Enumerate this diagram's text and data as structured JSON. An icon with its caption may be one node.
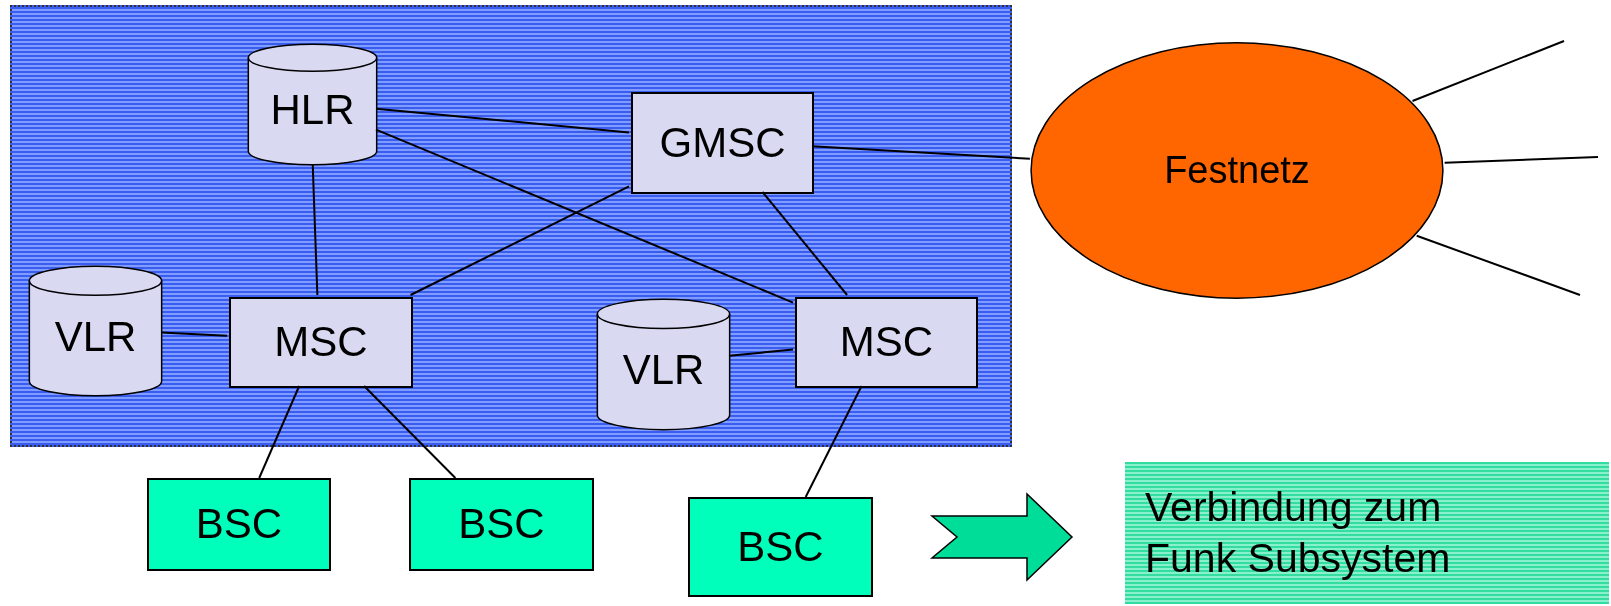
{
  "diagram": {
    "nodes": [
      {
        "text": [],
        "shape": "box"
      },
      {
        "text": [
          "HLR"
        ],
        "in": 0
      },
      {
        "text": [
          "GMSC"
        ],
        "in": 0
      },
      {
        "text": [
          "Festnetz"
        ]
      },
      {
        "text": [
          "VLR"
        ],
        "in": 0
      },
      {
        "text": [
          "MSC"
        ],
        "in": 0
      },
      {
        "text": [
          "VLR"
        ],
        "in": 0
      },
      {
        "text": [
          "MSC"
        ],
        "in": 0
      },
      {
        "text": [
          "BSC"
        ]
      },
      {
        "text": [
          "BSC"
        ]
      },
      {
        "text": [
          "BSC"
        ]
      },
      {
        "text": [
          "Verbindung zum Funk Subsystem"
        ]
      }
    ],
    "edges": [
      {
        "from": 1,
        "to": 2,
        "arrow": "none"
      },
      {
        "from": 1,
        "to": 5,
        "arrow": "none"
      },
      {
        "from": 1,
        "to": 7,
        "arrow": "none"
      },
      {
        "from": 2,
        "to": 3,
        "arrow": "none"
      },
      {
        "from": 2,
        "to": 5,
        "arrow": "none"
      },
      {
        "from": 2,
        "to": 7,
        "arrow": "none"
      },
      {
        "from": 4,
        "to": 5,
        "arrow": "none"
      },
      {
        "from": 6,
        "to": 7,
        "arrow": "none"
      },
      {
        "from": 5,
        "to": 8,
        "arrow": "none"
      },
      {
        "from": 5,
        "to": 9,
        "arrow": "none"
      },
      {
        "from": 7,
        "to": 10,
        "arrow": "none"
      },
      {
        "from": 3,
        "to": null,
        "arrow": "none"
      },
      {
        "from": 3,
        "to": null,
        "arrow": "none"
      },
      {
        "from": 3,
        "to": null,
        "arrow": "none"
      },
      {
        "from": 10,
        "to": 11,
        "arrow": "to",
        "style": "thick"
      }
    ]
  }
}
